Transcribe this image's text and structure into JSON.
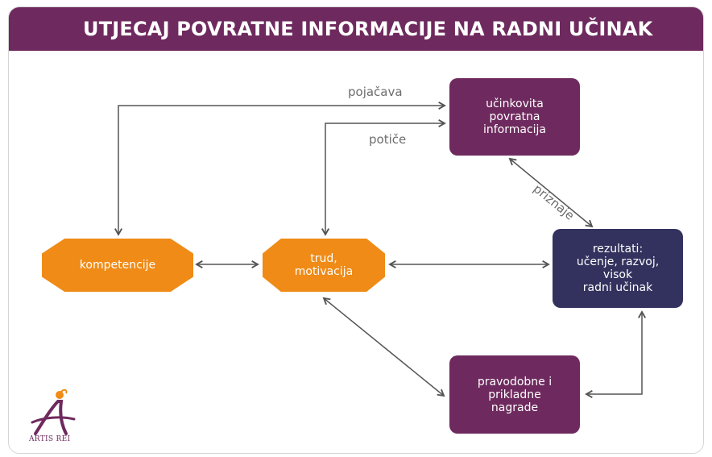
{
  "title": "UTJECAJ POVRATNE INFORMACIJE NA RADNI UČINAK",
  "nodes": {
    "feedback": "učinkovita\npovratna\ninformacija",
    "competencies": "kompetencije",
    "effort": "trud,\nmotivacija",
    "results": "rezultati:\nučenje, razvoj,\nvisok\nradni učinak",
    "rewards": "pravodobne i\nprikladne\nnagrade"
  },
  "edge_labels": {
    "reinforces": "pojačava",
    "encourages": "potiče",
    "recognizes": "priznaje"
  },
  "colors": {
    "purple": "#6e2a5e",
    "navy": "#33325e",
    "orange": "#ef8b16",
    "arrow": "#555555"
  },
  "logo": {
    "text": "ARTIS REI",
    "icon": "artis-rei-logo-icon"
  }
}
